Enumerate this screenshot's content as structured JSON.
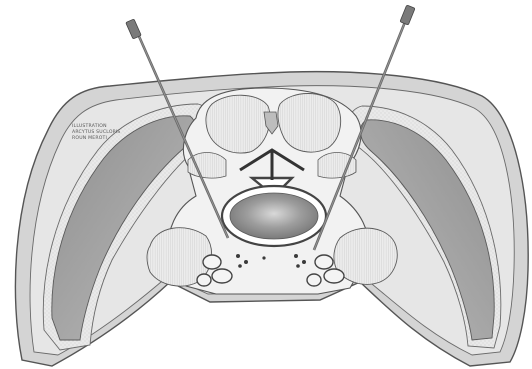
{
  "figure": {
    "type": "anatomical-illustration",
    "view": "axial cross-section",
    "instrument_count": 2,
    "colors": {
      "background": "#ffffff",
      "outline": "#555555",
      "skin": "#cfcfcf",
      "fat": "#e4e4e4",
      "muscle": "#a3a3a3",
      "bone": "#ececec",
      "canal": "#ffffff",
      "cord": "#8e8e8e",
      "needle": "#6a6a6a"
    }
  },
  "label_lines": [
    "ILLUSTRATION",
    "ARCYTUS SUCLOPIS",
    "ROUN MEROTI"
  ]
}
